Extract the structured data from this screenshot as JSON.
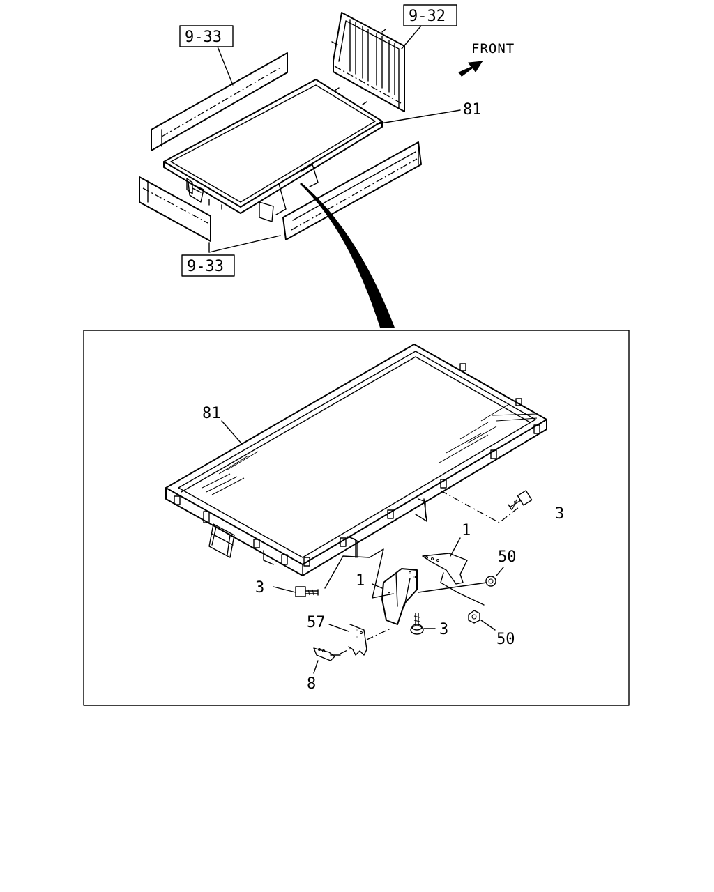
{
  "diagram": {
    "front_label": "FRONT",
    "refs": {
      "rear_gate": "9-32",
      "side_gate_upper": "9-33",
      "side_gate_lower": "9-33"
    },
    "top_labels": {
      "floor": "81"
    },
    "detail_labels": {
      "floor": "81",
      "bolt_right": "3",
      "bracket_right": "1",
      "nut_upper": "50",
      "bracket_left": "1",
      "bolt_left": "3",
      "bolt_bottom": "3",
      "nut_lower": "50",
      "plate": "57",
      "hook": "8"
    }
  }
}
